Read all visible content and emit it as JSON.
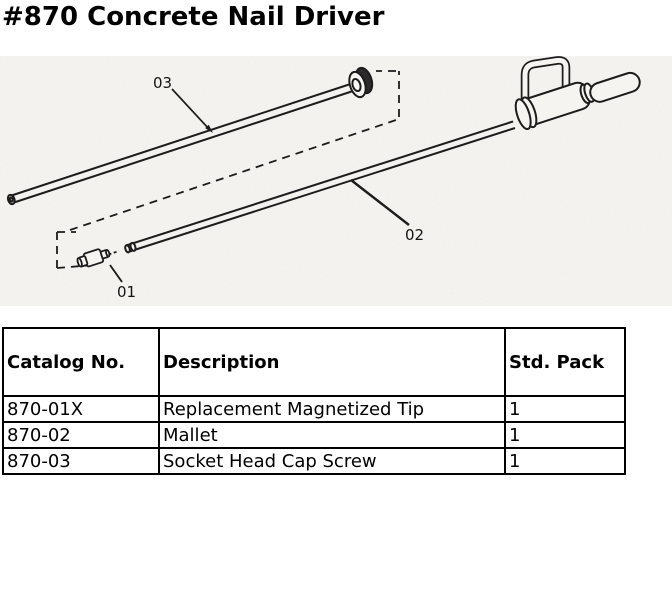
{
  "page": {
    "title": "#870 Concrete Nail Driver"
  },
  "colors": {
    "ink": "#1c1c1c",
    "paper": "#f5f4f1",
    "table_border": "#000000"
  },
  "diagram": {
    "description": "Exploded line drawing of concrete nail driver",
    "labels": {
      "part01": "01",
      "part02": "02",
      "part03": "03"
    }
  },
  "table": {
    "headers": [
      "Catalog No.",
      "Description",
      "Std. Pack"
    ],
    "rows": [
      {
        "catalog_no": "870-01X",
        "description": "Replacement Magnetized Tip",
        "std_pack": "1"
      },
      {
        "catalog_no": "870-02",
        "description": "Mallet",
        "std_pack": "1"
      },
      {
        "catalog_no": "870-03",
        "description": "Socket Head Cap Screw",
        "std_pack": "1"
      }
    ]
  }
}
